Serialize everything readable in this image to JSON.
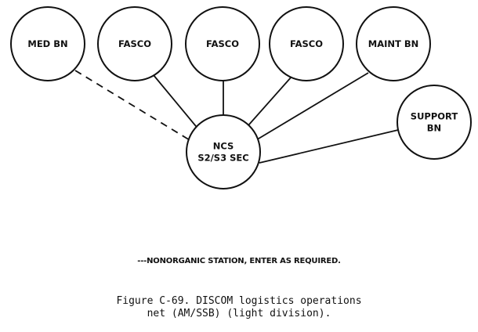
{
  "diagram": {
    "nodes": [
      {
        "id": "med-bn",
        "lines": [
          "MED BN"
        ]
      },
      {
        "id": "fasco-1",
        "lines": [
          "FASCO"
        ]
      },
      {
        "id": "fasco-2",
        "lines": [
          "FASCO"
        ]
      },
      {
        "id": "fasco-3",
        "lines": [
          "FASCO"
        ]
      },
      {
        "id": "maint-bn",
        "lines": [
          "MAINT BN"
        ]
      },
      {
        "id": "support-bn",
        "lines": [
          "SUPPORT",
          "BN"
        ]
      },
      {
        "id": "ncs",
        "lines": [
          "NCS",
          "S2/S3 SEC"
        ]
      }
    ],
    "links": [
      {
        "from": "med-bn",
        "to": "ncs",
        "style": "dashed"
      },
      {
        "from": "fasco-1",
        "to": "ncs",
        "style": "solid"
      },
      {
        "from": "fasco-2",
        "to": "ncs",
        "style": "solid"
      },
      {
        "from": "fasco-3",
        "to": "ncs",
        "style": "solid"
      },
      {
        "from": "maint-bn",
        "to": "ncs",
        "style": "solid"
      },
      {
        "from": "support-bn",
        "to": "ncs",
        "style": "solid"
      }
    ]
  },
  "note": "---NONORGANIC STATION, ENTER AS REQUIRED.",
  "caption": {
    "line1": "Figure C-69. DISCOM logistics operations",
    "line2": "net (AM/SSB) (light division)."
  }
}
